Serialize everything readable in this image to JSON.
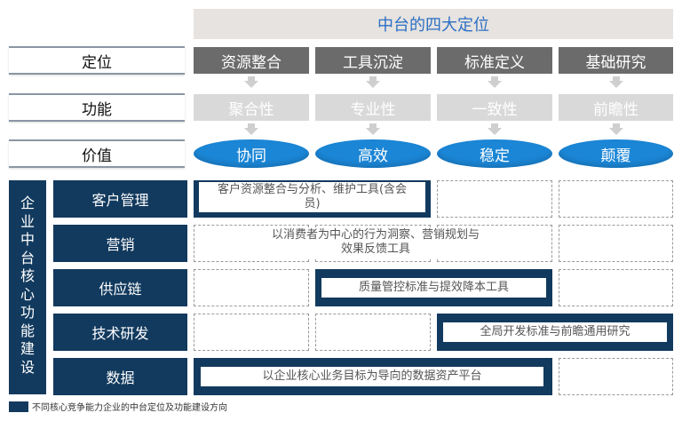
{
  "title": "中台的四大定位",
  "rows": {
    "positioning": "定位",
    "function": "功能",
    "value": "价值"
  },
  "columns": [
    {
      "positioning": "资源整合",
      "function": "聚合性",
      "value": "协同"
    },
    {
      "positioning": "工具沉淀",
      "function": "专业性",
      "value": "高效"
    },
    {
      "positioning": "标准定义",
      "function": "一致性",
      "value": "稳定"
    },
    {
      "positioning": "基础研究",
      "function": "前瞻性",
      "value": "颠覆"
    }
  ],
  "side_label": [
    "企",
    "业",
    "中",
    "台",
    "核",
    "心",
    "功",
    "能",
    "建",
    "设"
  ],
  "domains": [
    "客户管理",
    "营销",
    "供应链",
    "技术研发",
    "数据"
  ],
  "bars": {
    "customer": "客户资源整合与分析、维护工具(含会员)",
    "marketing": "以消费者为中心的行为洞察、营销规划与效果反馈工具",
    "supply": "质量管控标准与提效降本工具",
    "rnd": "全局开发标准与前瞻通用研究",
    "data": "以企业核心业务目标为导向的数据资产平台"
  },
  "footer": "不同核心竞争能力企业的中台定位及功能建设方向"
}
